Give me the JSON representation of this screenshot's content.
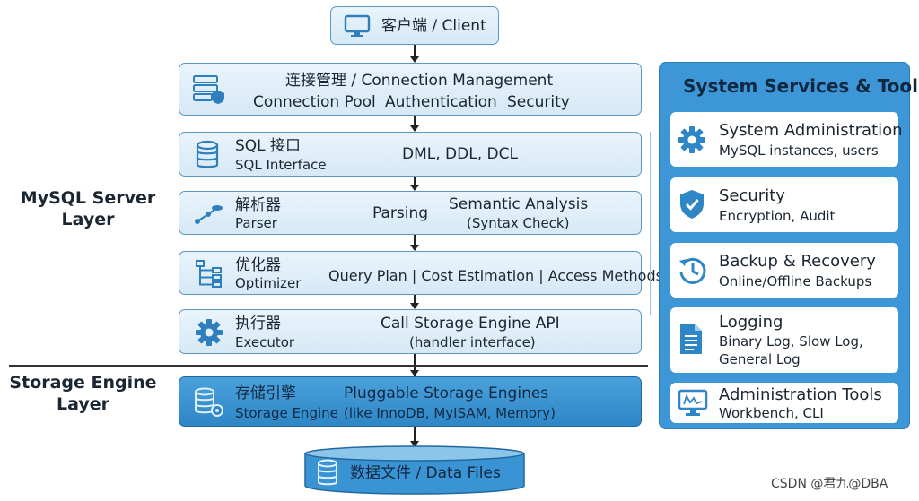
{
  "client": {
    "label": "客户端 / Client"
  },
  "connection": {
    "title": "连接管理 / Connection Management",
    "items": [
      "Connection Pool",
      "Authentication",
      "Security"
    ]
  },
  "sql_interface": {
    "title": "SQL 接口",
    "subtitle": "SQL Interface",
    "detail": "DML, DDL, DCL"
  },
  "parser": {
    "title": "解析器",
    "subtitle": "Parser",
    "detail": "Parsing",
    "detail2": "Semantic Analysis",
    "detail3": "(Syntax Check)"
  },
  "optimizer": {
    "title": "优化器",
    "subtitle": "Optimizer",
    "detail": "Query Plan | Cost Estimation | Access Methods"
  },
  "executor": {
    "title": "执行器",
    "subtitle": "Executor",
    "detail": "Call Storage Engine API",
    "detail2": "(handler interface)"
  },
  "storage": {
    "title": "存储引擎",
    "subtitle": "Storage Engine",
    "detail": "Pluggable Storage Engines",
    "detail2": "(like InnoDB, MyISAM, Memory)"
  },
  "data_files": {
    "label": "数据文件 / Data Files"
  },
  "layers": {
    "server_line1": "MySQL Server",
    "server_line2": "Layer",
    "storage_line1": "Storage Engine",
    "storage_line2": "Layer"
  },
  "services": {
    "title": "System Services & Tools",
    "cards": [
      {
        "title": "System Administration",
        "desc": "MySQL instances, users",
        "icon": "gear-icon"
      },
      {
        "title": "Security",
        "desc": "Encryption, Audit",
        "icon": "shield-check-icon"
      },
      {
        "title": "Backup & Recovery",
        "desc": "Online/Offline Backups",
        "icon": "backup-clock-icon"
      },
      {
        "title": "Logging",
        "desc": "Binary Log, Slow Log,",
        "desc2": "General Log",
        "icon": "document-icon"
      },
      {
        "title": "Administration Tools",
        "desc": "Workbench, CLI",
        "icon": "monitor-chart-icon"
      }
    ]
  },
  "watermark": "CSDN @君九@DBA",
  "colors": {
    "light_box": "#dcecf8",
    "dark_box": "#3a93d3",
    "border": "#5b97c2",
    "panel": "#3d97d6"
  }
}
